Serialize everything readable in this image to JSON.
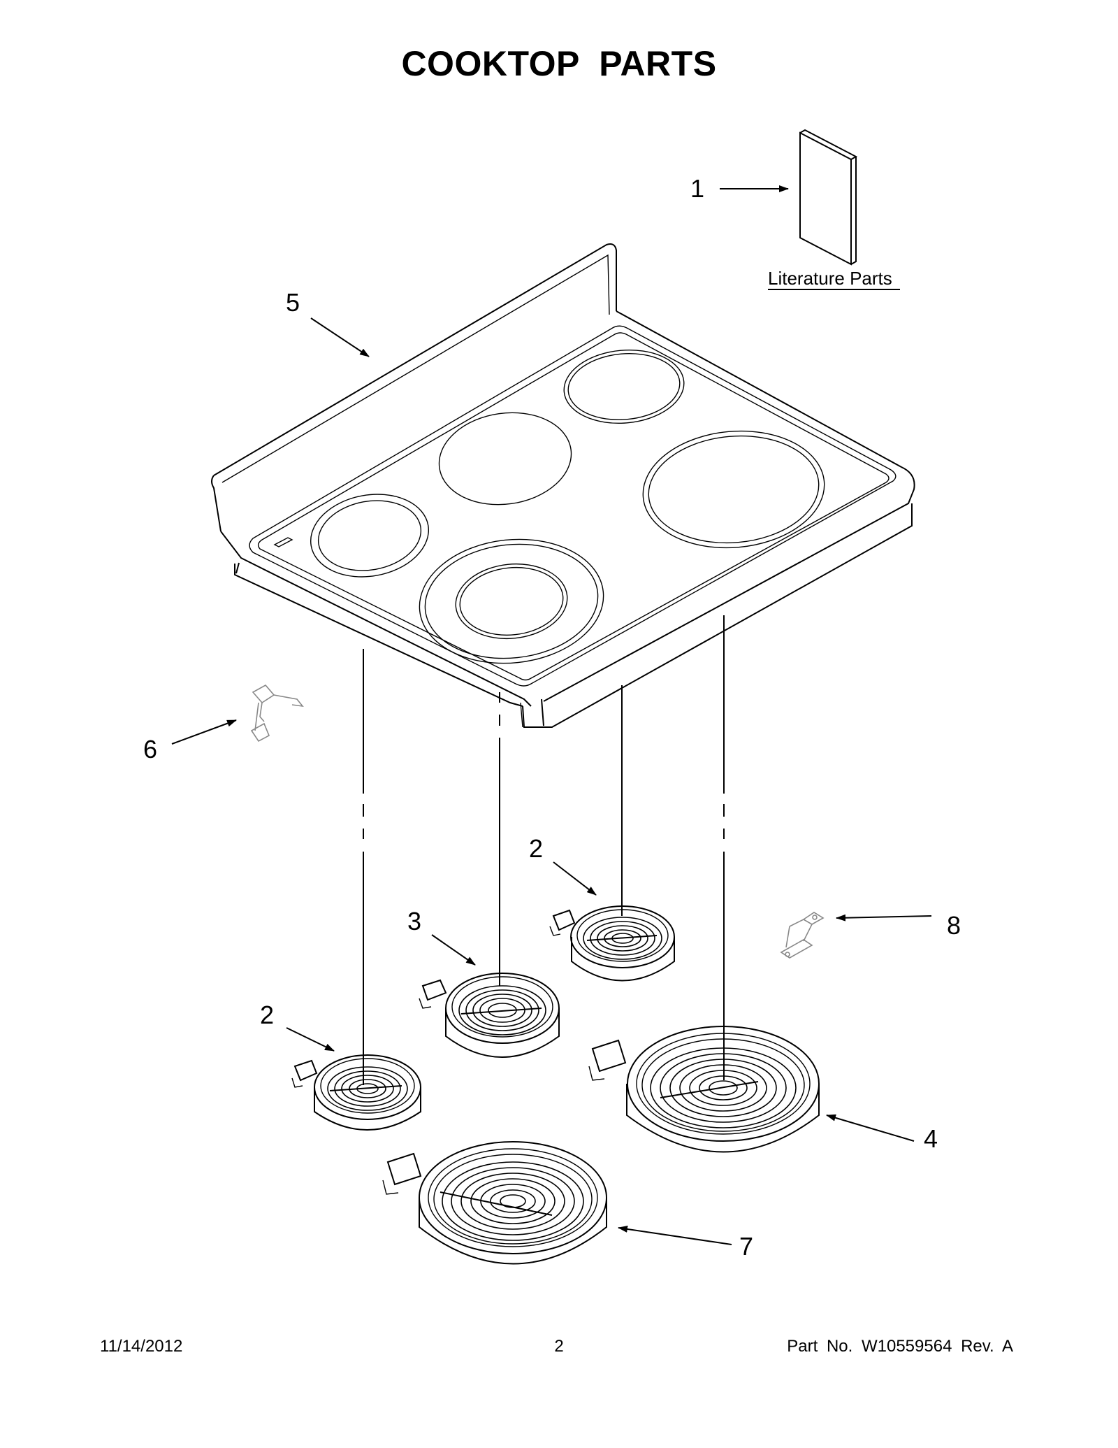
{
  "page": {
    "title": "COOKTOP PARTS",
    "date": "11/14/2012",
    "page_number": "2",
    "part_number": "Part No.  W10559564  Rev.  A"
  },
  "callouts": {
    "c1": "1",
    "c2a": "2",
    "c2b": "2",
    "c3": "3",
    "c4": "4",
    "c5": "5",
    "c6": "6",
    "c7": "7",
    "c8": "8"
  },
  "literature": {
    "label": "Literature Parts"
  }
}
